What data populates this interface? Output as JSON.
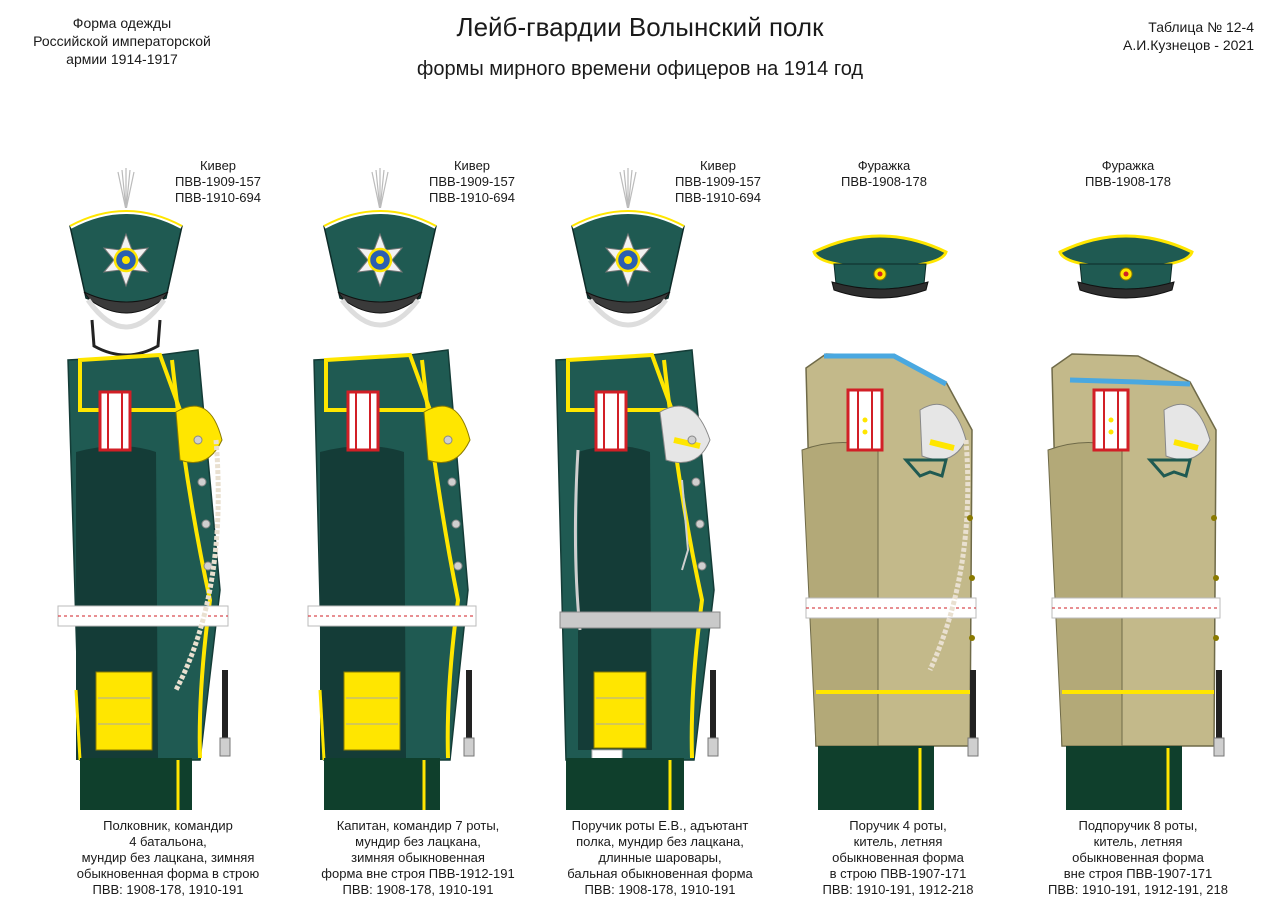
{
  "header": {
    "left_lines": [
      "Форма одежды",
      "Российской императорской",
      "армии  1914-1917"
    ],
    "right_lines": [
      "Таблица №  12-4",
      "А.И.Кузнецов - 2021"
    ],
    "title": "Лейб-гвардии Волынский полк",
    "subtitle": "формы мирного времени офицеров на 1914 год"
  },
  "colors": {
    "tunic_green": "#1f5a52",
    "tunic_dark": "#143c37",
    "khaki": "#c3b98a",
    "yellow": "#ffe600",
    "trouser": "#0f3f2c",
    "cord_blue": "#4aa8e0",
    "shoulder_red": "#d21f26"
  },
  "panels": [
    {
      "hat_type": "shako",
      "tunic": "green",
      "hat_label_lines": [
        "Кивер",
        "ПВВ-1909-157",
        "ПВВ-1910-694"
      ],
      "caption_lines": [
        "Полковник, командир",
        "4 батальона,",
        "мундир без лацкана, зимняя",
        "обыкновенная форма в строю",
        "ПВВ: 1908-178, 1910-191"
      ]
    },
    {
      "hat_type": "shako",
      "tunic": "green",
      "hat_label_lines": [
        "Кивер",
        "ПВВ-1909-157",
        "ПВВ-1910-694"
      ],
      "caption_lines": [
        "Капитан, командир 7 роты,",
        "мундир без лацкана,",
        "зимняя обыкновенная",
        "форма вне строя ПВВ-1912-191",
        "ПВВ: 1908-178, 1910-191"
      ]
    },
    {
      "hat_type": "shako",
      "tunic": "green",
      "hat_label_lines": [
        "Кивер",
        "ПВВ-1909-157",
        "ПВВ-1910-694"
      ],
      "caption_lines": [
        "Поручик  роты Е.В., адъютант",
        "полка, мундир без лацкана,",
        "длинные шаровары,",
        "бальная обыкновенная форма",
        "ПВВ: 1908-178, 1910-191"
      ]
    },
    {
      "hat_type": "cap",
      "tunic": "khaki",
      "hat_label_lines": [
        "Фуражка",
        "ПВВ-1908-178"
      ],
      "caption_lines": [
        "Поручик 4 роты,",
        "китель, летняя",
        "обыкновенная форма",
        "в строю ПВВ-1907-171",
        "ПВВ: 1910-191, 1912-218"
      ]
    },
    {
      "hat_type": "cap",
      "tunic": "khaki",
      "hat_label_lines": [
        "Фуражка",
        "ПВВ-1908-178"
      ],
      "caption_lines": [
        "Подпоручик 8 роты,",
        "китель, летняя",
        "обыкновенная форма",
        "вне строя ПВВ-1907-171",
        "ПВВ: 1910-191, 1912-191, 218"
      ]
    }
  ]
}
